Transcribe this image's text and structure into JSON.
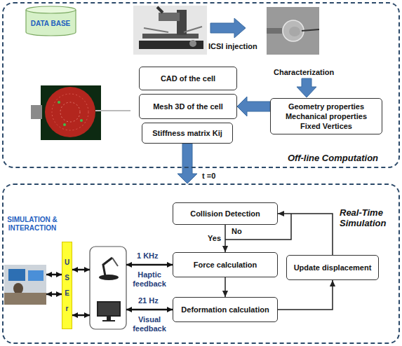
{
  "diagram": {
    "nodes": [
      {
        "text": [
          "Off-line Computation"
        ]
      },
      {
        "text": [
          "DATA BASE"
        ],
        "in": 0
      },
      {
        "text": [
          "Geometry properties",
          "Mechanical properties",
          "Fixed Vertices"
        ],
        "in": 0
      },
      {
        "text": [
          "CAD of the cell"
        ],
        "in": 0
      },
      {
        "text": [
          "Mesh 3D of the cell"
        ],
        "in": 0
      },
      {
        "text": [
          "Stiffness matrix Kij"
        ],
        "in": 0
      },
      {
        "text": [
          "Real-Time Simulation"
        ]
      },
      {
        "text": [
          "USEr"
        ],
        "in": 6
      },
      {
        "text": [
          "Collision Detection"
        ],
        "in": 6
      },
      {
        "text": [
          "Force calculation"
        ],
        "in": 6
      },
      {
        "text": [
          "Deformation calculation"
        ],
        "in": 6
      },
      {
        "text": [
          "Update displacement"
        ],
        "in": 6
      }
    ],
    "edges": [
      {
        "from": 2,
        "to": 4,
        "arrow": "to"
      },
      {
        "from": 8,
        "to": 9,
        "label": "Yes",
        "arrow": "to"
      },
      {
        "from": 9,
        "to": 10,
        "arrow": "to"
      },
      {
        "from": 10,
        "to": 11,
        "arrow": "to"
      },
      {
        "from": 11,
        "to": 8,
        "arrow": "to"
      },
      {
        "from": 5,
        "to": 6,
        "arrow": "to"
      }
    ],
    "labels": [
      "ICSI injection",
      "Characterization",
      "t =0",
      "SIMULATION & INTERACTION",
      "No",
      "1 KHz",
      "Haptic feedback",
      "21 Hz",
      "Visual feedback"
    ]
  }
}
